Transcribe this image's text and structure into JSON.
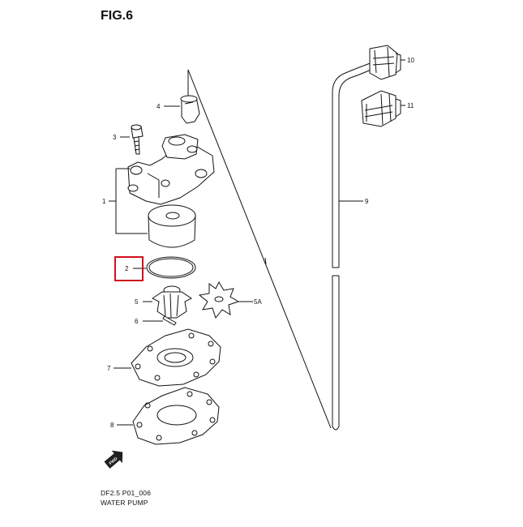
{
  "figure": {
    "title": "FIG.6",
    "model_code": "DF2.5 P01_006",
    "name": "WATER PUMP"
  },
  "callouts": {
    "c1": "1",
    "c2": "2",
    "c3": "3",
    "c4": "4",
    "c5": "5",
    "c5a": "5A",
    "c6": "6",
    "c7": "7",
    "c8": "8",
    "c9": "9",
    "c10": "10",
    "c11": "11"
  },
  "direction_badge": "FWD",
  "highlight": {
    "target": "2",
    "color": "#d0101c"
  }
}
